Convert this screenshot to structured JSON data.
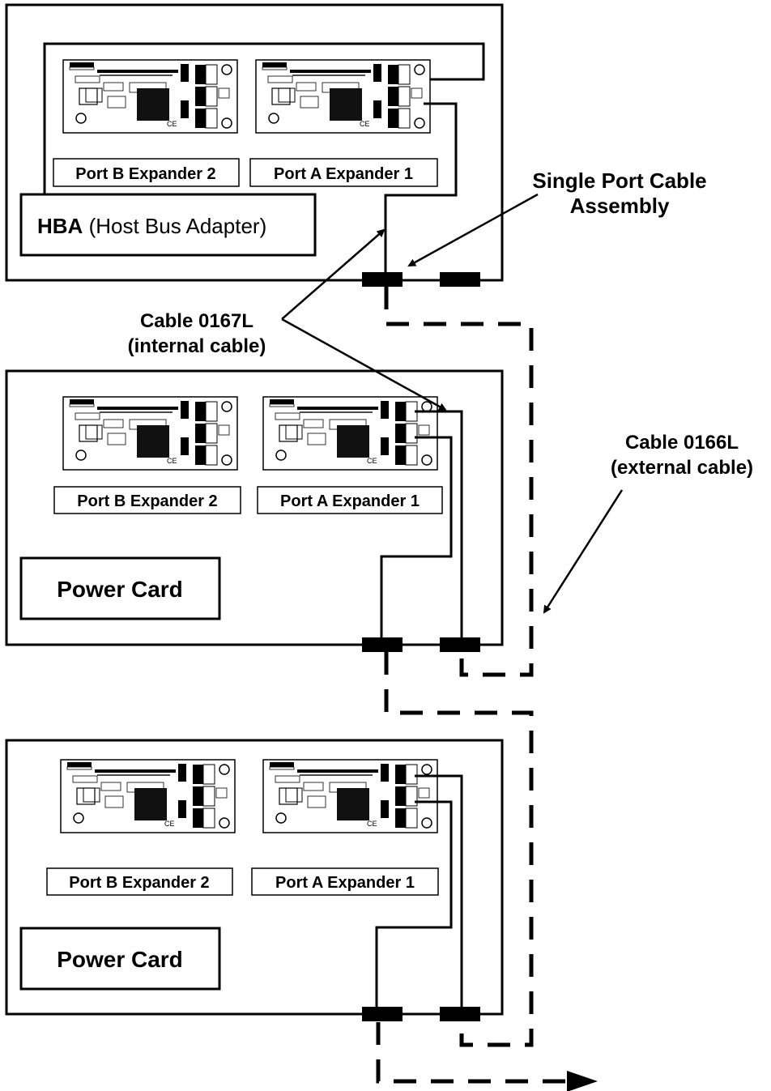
{
  "hba_box": {
    "title_bold": "HBA",
    "title_rest": " (Host Bus Adapter)",
    "port_b_label": "Port B Expander 2",
    "port_a_label": "Port A Expander 1"
  },
  "chassis_2": {
    "port_b_label": "Port B Expander 2",
    "port_a_label": "Port A Expander 1",
    "power_card_label": "Power Card"
  },
  "chassis_3": {
    "port_b_label": "Port B Expander 2",
    "port_a_label": "Port A Expander 1",
    "power_card_label": "Power Card"
  },
  "callouts": {
    "single_port_line1": "Single Port Cable",
    "single_port_line2": "Assembly",
    "internal_line1": "Cable 0167L",
    "internal_line2": "(internal cable)",
    "external_line1": "Cable 0166L",
    "external_line2": "(external cable)"
  },
  "colors": {
    "line": "#000000",
    "background": "#ffffff"
  }
}
